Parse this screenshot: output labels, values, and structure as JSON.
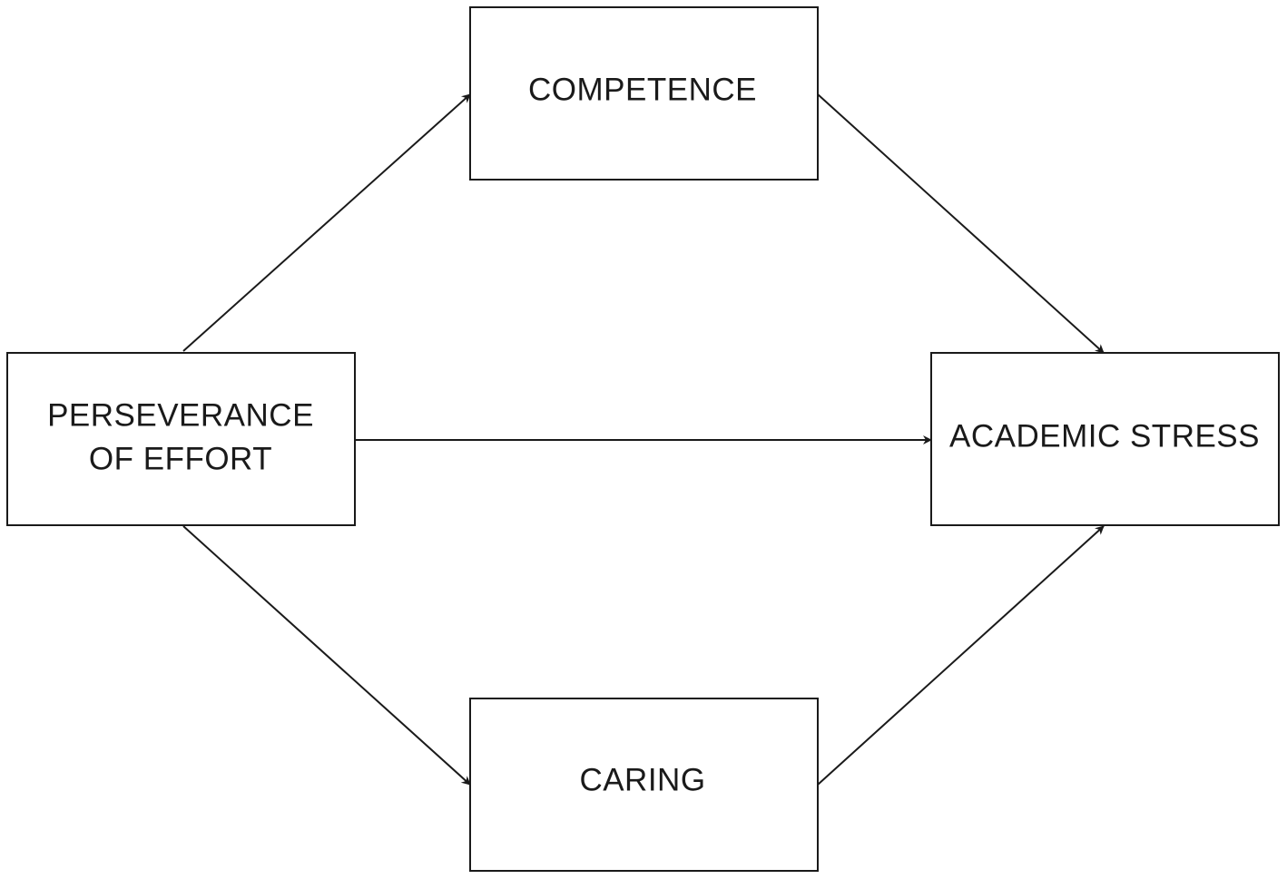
{
  "diagram": {
    "nodes": {
      "perseverance": {
        "line1": "PERSEVERANCE",
        "line2": "OF EFFORT"
      },
      "competence": {
        "label": "COMPETENCE"
      },
      "caring": {
        "label": "CARING"
      },
      "academic_stress": {
        "label": "ACADEMIC STRESS"
      }
    },
    "edges": [
      {
        "from": "perseverance",
        "to": "competence"
      },
      {
        "from": "perseverance",
        "to": "caring"
      },
      {
        "from": "perseverance",
        "to": "academic_stress"
      },
      {
        "from": "competence",
        "to": "academic_stress"
      },
      {
        "from": "caring",
        "to": "academic_stress"
      }
    ]
  }
}
